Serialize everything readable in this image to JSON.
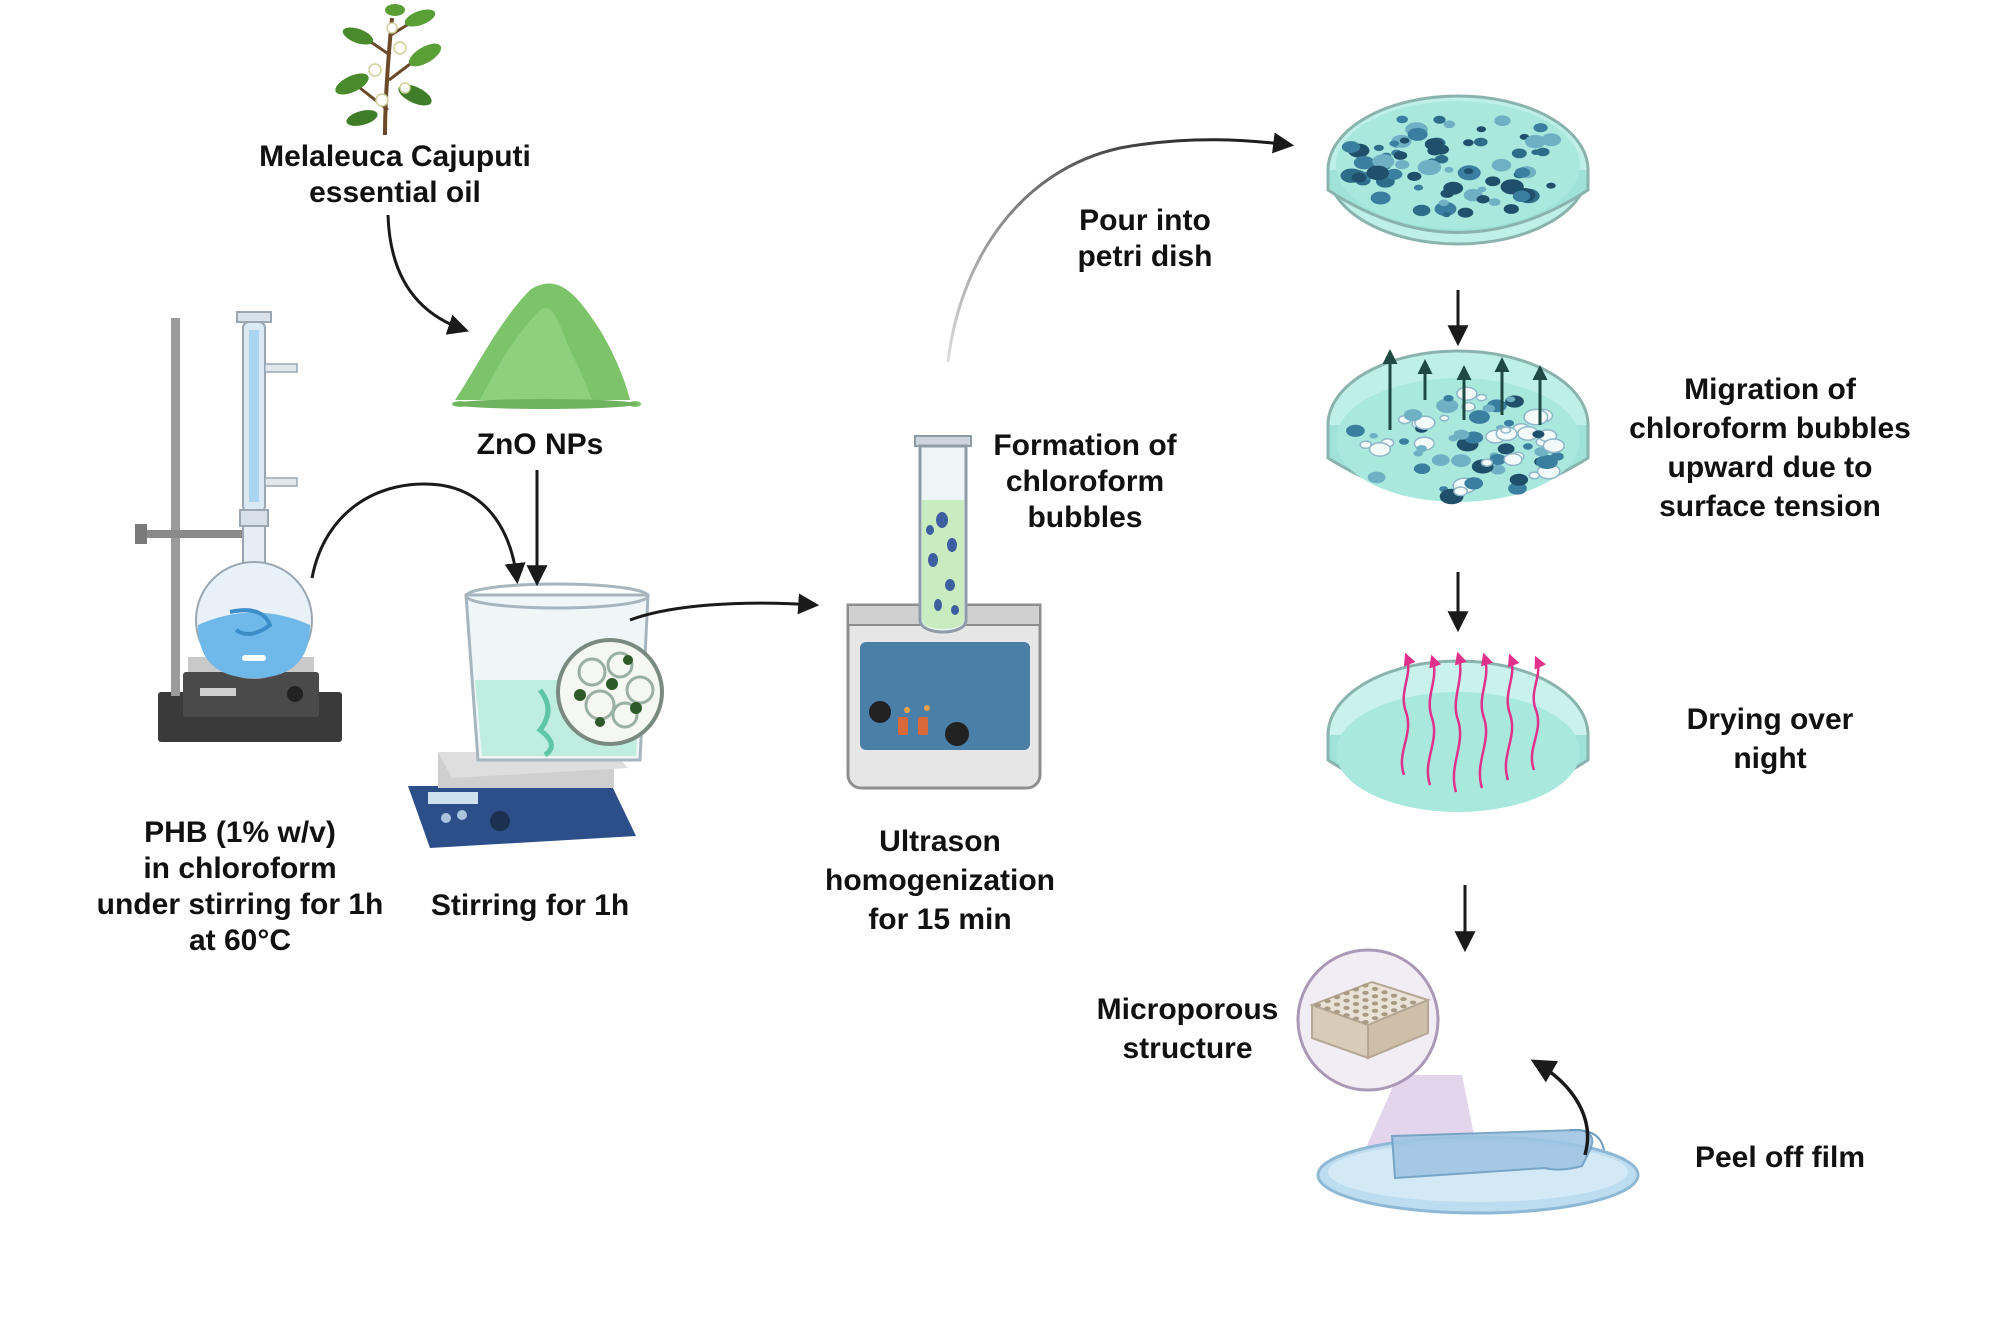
{
  "labels": {
    "melaleuca": [
      "Melaleuca Cajuputi",
      "essential oil"
    ],
    "zno": [
      "ZnO NPs"
    ],
    "phb": [
      "PHB (1% w/v)",
      "in chloroform",
      "under stirring for 1h",
      "at 60°C"
    ],
    "stirring": [
      "Stirring for 1h"
    ],
    "ultrason": [
      "Ultrason",
      "homogenization",
      "for 15 min"
    ],
    "bubbles_formation": [
      "Formation of",
      "chloroform",
      "bubbles"
    ],
    "pour": [
      "Pour into",
      "petri dish"
    ],
    "migration": [
      "Migration of",
      "chloroform bubbles",
      "upward due to",
      "surface tension"
    ],
    "drying": [
      "Drying over",
      "night"
    ],
    "microporous": [
      "Microporous",
      "structure"
    ],
    "peel": [
      "Peel off film"
    ]
  },
  "icons": [
    "plant-icon",
    "powder-pile-icon",
    "reflux-apparatus-icon",
    "beaker-stirrer-icon",
    "ultrasonic-bath-icon",
    "petri-dish-icon",
    "porous-block-icon",
    "peeling-film-icon"
  ],
  "colors": {
    "arrow": "#1a1a1a",
    "dish_liquid": "#9fe3d8",
    "zno_green": "#7cc36a",
    "flask_blue": "#6fb9ea",
    "bubble_dark": "#1f4f6a",
    "vapor_pink": "#e0328a",
    "migration_arrow": "#1f4a44",
    "bath_panel": "#4a7fa8",
    "stirrer_blue": "#2c4f8a"
  }
}
